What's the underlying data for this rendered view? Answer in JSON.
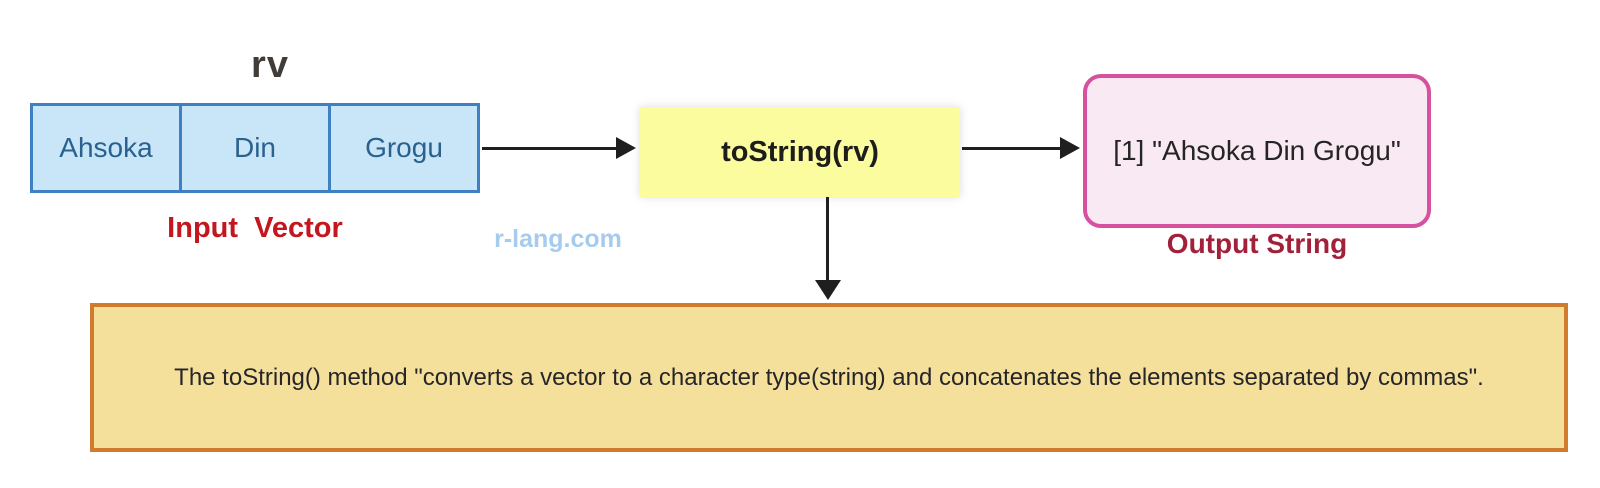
{
  "diagram": {
    "vector_name": "rv",
    "input_vector": {
      "cells": [
        "Ahsoka",
        "Din",
        "Grogu"
      ],
      "caption": "Input  Vector"
    },
    "watermark": "r-lang.com",
    "function_box": {
      "label": "toString(rv)"
    },
    "output_box": {
      "label": "[1] \"Ahsoka Din Grogu\"",
      "caption": "Output String"
    },
    "note_box": {
      "text": "The toString() method \"converts a vector to a character type(string) and concatenates the elements separated by commas\"."
    },
    "colors": {
      "vector_border": "#3e81c2",
      "vector_fill": "#c8e6f8",
      "vector_text": "#2b618e",
      "input_caption_text": "#c3161f",
      "watermark_text": "#a6cbed",
      "function_fill": "#fbfc9d",
      "output_border": "#d6529e",
      "output_fill": "#f8e9f3",
      "output_caption_text": "#a2203a",
      "note_border": "#d07b2e",
      "note_fill": "#f5e09b",
      "arrow": "#1f1f1f"
    }
  }
}
